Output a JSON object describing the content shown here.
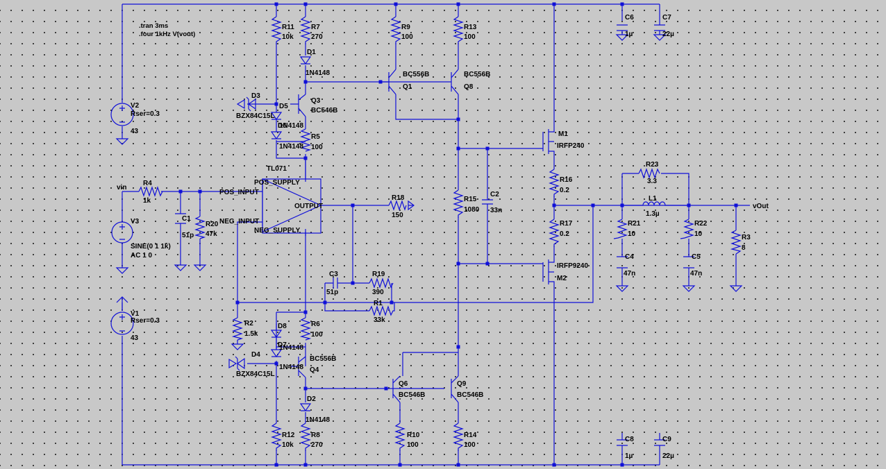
{
  "directives": [
    ".tran 3ms",
    ".four 1kHz V(vout)"
  ],
  "nets": {
    "vin": "vin",
    "vout": "vOut",
    "pos_input": "POS_INPUT",
    "neg_input": "NEG_INPUT",
    "pos_supply": "POS_SUPPLY",
    "neg_supply": "NEG_SUPPLY",
    "output": "OUTPUT"
  },
  "opamp": "TL071",
  "components": {
    "V1": {
      "name": "V1",
      "p1": "Rser=0.3",
      "p2": "43"
    },
    "V2": {
      "name": "V2",
      "p1": "Rser=0.3",
      "p2": "43"
    },
    "V3": {
      "name": "V3",
      "p1": "SINE(0 1 1k)",
      "p2": "AC 1 0"
    },
    "R1": {
      "name": "R1",
      "value": "33k"
    },
    "R2": {
      "name": "R2",
      "value": "1.5k"
    },
    "R3": {
      "name": "R3",
      "value": "8"
    },
    "R4": {
      "name": "R4",
      "value": "1k"
    },
    "R5": {
      "name": "R5",
      "value": "100"
    },
    "R6": {
      "name": "R6",
      "value": "100"
    },
    "R7": {
      "name": "R7",
      "value": "270"
    },
    "R8": {
      "name": "R8",
      "value": "270"
    },
    "R9": {
      "name": "R9",
      "value": "100"
    },
    "R10": {
      "name": "R10",
      "value": "100"
    },
    "R11": {
      "name": "R11",
      "value": "10k"
    },
    "R12": {
      "name": "R12",
      "value": "10k"
    },
    "R13": {
      "name": "R13",
      "value": "100"
    },
    "R14": {
      "name": "R14",
      "value": "100"
    },
    "R15": {
      "name": "R15",
      "value": "1080"
    },
    "R16": {
      "name": "R16",
      "value": "0.2"
    },
    "R17": {
      "name": "R17",
      "value": "0.2"
    },
    "R18": {
      "name": "R18",
      "value": "150"
    },
    "R19": {
      "name": "R19",
      "value": "390"
    },
    "R20": {
      "name": "R20",
      "value": "47k"
    },
    "R21": {
      "name": "R21",
      "value": "10"
    },
    "R22": {
      "name": "R22",
      "value": "10"
    },
    "R23": {
      "name": "R23",
      "value": "3.3"
    },
    "C1": {
      "name": "C1",
      "value": "51p"
    },
    "C2": {
      "name": "C2",
      "value": "33n"
    },
    "C3": {
      "name": "C3",
      "value": "51p"
    },
    "C4": {
      "name": "C4",
      "value": "47n"
    },
    "C5": {
      "name": "C5",
      "value": "47n"
    },
    "C6": {
      "name": "C6",
      "value": "1µ"
    },
    "C7": {
      "name": "C7",
      "value": "22µ"
    },
    "C8": {
      "name": "C8",
      "value": "1µ"
    },
    "C9": {
      "name": "C9",
      "value": "22µ"
    },
    "L1": {
      "name": "L1",
      "value": "1.3µ"
    },
    "D1": {
      "name": "D1",
      "value": "1N4148"
    },
    "D2": {
      "name": "D2",
      "value": "1N4148"
    },
    "D3": {
      "name": "D3",
      "value": "BZX84C15L"
    },
    "D4": {
      "name": "D4",
      "value": "BZX84C15L"
    },
    "D5": {
      "name": "D5",
      "value": "1N4148"
    },
    "D6": {
      "name": "D6",
      "value": "1N4148"
    },
    "D7": {
      "name": "D7",
      "value": "1N4148"
    },
    "D8": {
      "name": "D8",
      "value": "1N4148"
    },
    "Q1": {
      "name": "Q1",
      "value": "BC556B"
    },
    "Q3": {
      "name": "Q3",
      "value": "BC546B"
    },
    "Q4": {
      "name": "Q4",
      "value": "BC556B"
    },
    "Q6": {
      "name": "Q6",
      "value": "BC546B"
    },
    "Q8": {
      "name": "Q8",
      "value": "BC556B"
    },
    "Q9": {
      "name": "Q9",
      "value": "BC546B"
    },
    "M1": {
      "name": "M1",
      "value": "IRFP240"
    },
    "M2": {
      "name": "M2",
      "value": "IRFP9240"
    }
  }
}
